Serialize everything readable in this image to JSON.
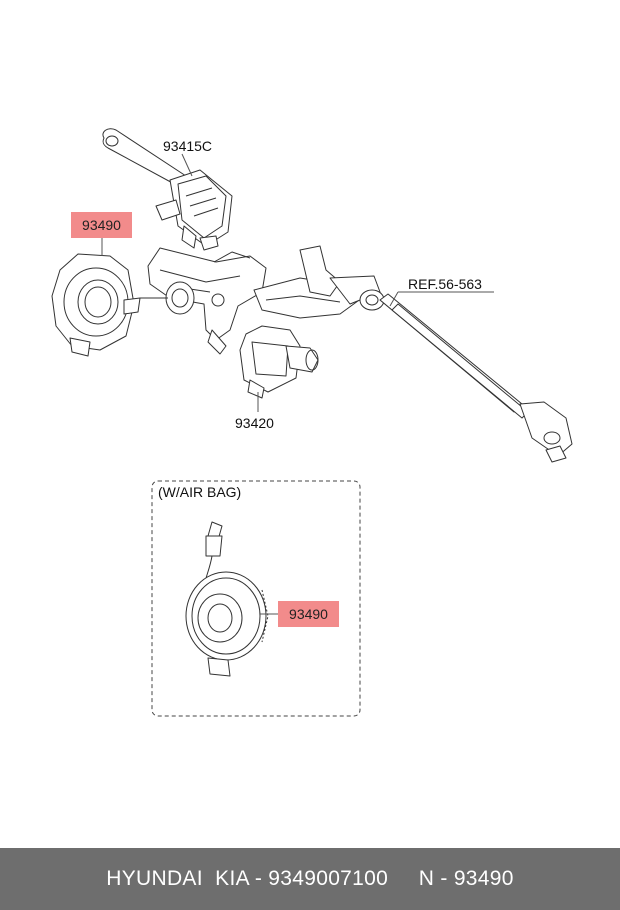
{
  "callouts": {
    "switch_label": "93415C",
    "clock_spring_top_label": "93490",
    "module_label": "93420",
    "ref_label": "REF.56-563",
    "inset_title": "(W/AIR BAG)",
    "clock_spring_inset_label": "93490"
  },
  "colors": {
    "highlight": "#f28b8b",
    "footer_bg": "#6e6e6e",
    "line": "#333333"
  },
  "footer": {
    "brand": "HYUNDAI  KIA",
    "sep1": " - ",
    "part_number": "9349007100",
    "gap": "     ",
    "n_prefix": "N - ",
    "n_value": "93490"
  }
}
